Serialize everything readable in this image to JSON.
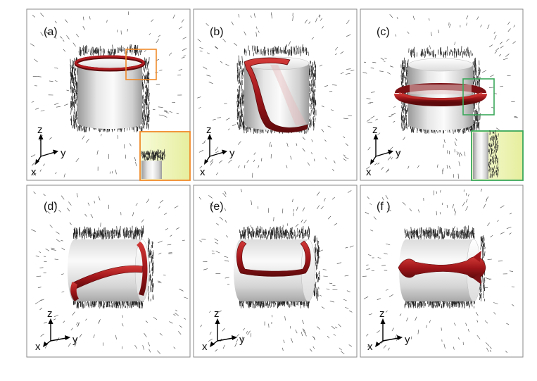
{
  "panels": [
    {
      "label": "(a)",
      "orientation": "vertical",
      "vortex": "top-ring",
      "inset": true,
      "inset_color": "#f08a2a",
      "axes": {
        "up": "z",
        "right": "y",
        "out": "x"
      }
    },
    {
      "label": "(b)",
      "orientation": "vertical",
      "vortex": "tilted-line",
      "inset": false,
      "axes": {
        "up": "z",
        "right": "y",
        "out": "x"
      }
    },
    {
      "label": "(c)",
      "orientation": "vertical",
      "vortex": "middle-ring",
      "inset": true,
      "inset_color": "#3aa85a",
      "axes": {
        "up": "z",
        "right": "y",
        "out": "x"
      }
    },
    {
      "label": "(d)",
      "orientation": "horizontal",
      "vortex": "diagonal-line",
      "inset": false,
      "axes": {
        "up": "z",
        "right": "y",
        "out": "x"
      }
    },
    {
      "label": "(e)",
      "orientation": "horizontal",
      "vortex": "u-line",
      "inset": false,
      "axes": {
        "up": "z",
        "right": "y",
        "out": "x"
      }
    },
    {
      "label": "(f )",
      "orientation": "horizontal",
      "vortex": "flared-line",
      "inset": false,
      "axes": {
        "up": "z",
        "right": "y",
        "out": "x"
      }
    }
  ],
  "colors": {
    "vortex": "#a0161a",
    "cylinder": "#e2e2e2",
    "inset_fill": "#eef3b8",
    "frame": "#8a8a8a"
  }
}
